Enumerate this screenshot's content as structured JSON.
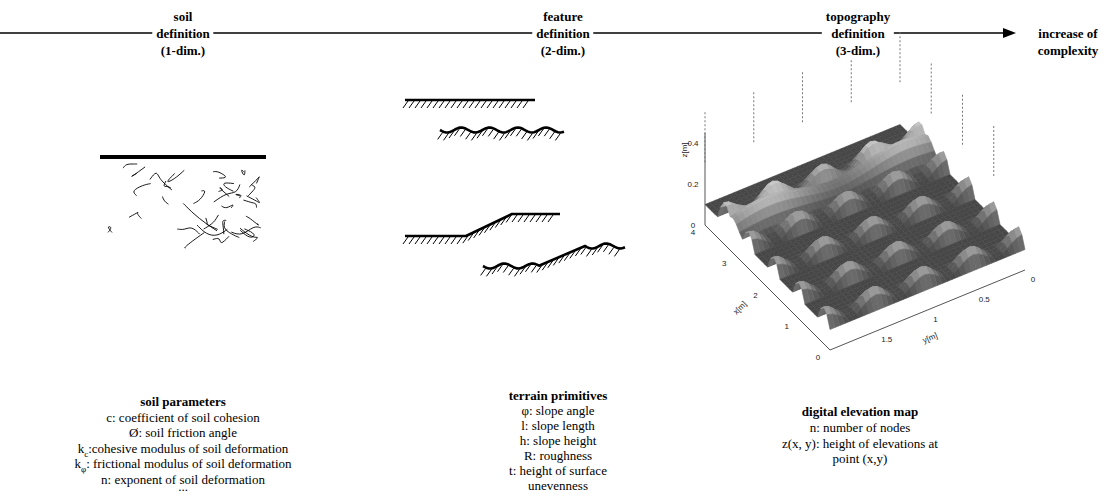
{
  "diagram": {
    "labels": [
      "soil definition (1-dim.)",
      "feature definition (2-dim.)",
      "topography definition (3-dim.)",
      "increase of complexity",
      "soil parameters",
      "c: coefficient of soil cohesion",
      "Ø: soil friction angle",
      "kc:cohesive modulus of soil deformation",
      "kφ: frictional modulus of soil deformation",
      "n: exponent of soil deformation",
      "...",
      "terrain primitives",
      "φ: slope angle",
      "l: slope length",
      "h: slope height",
      "R: roughness",
      "t: height of surface unevenness",
      "digital elevation map",
      "n: number of nodes",
      "z(x, y): height of elevations at point (x,y)",
      "z[m]",
      "0.4",
      "0.2",
      "0",
      "4",
      "3",
      "2",
      "1",
      "0",
      "x[m]",
      "1.5",
      "1",
      "0.5",
      "0",
      "y[m]"
    ]
  }
}
